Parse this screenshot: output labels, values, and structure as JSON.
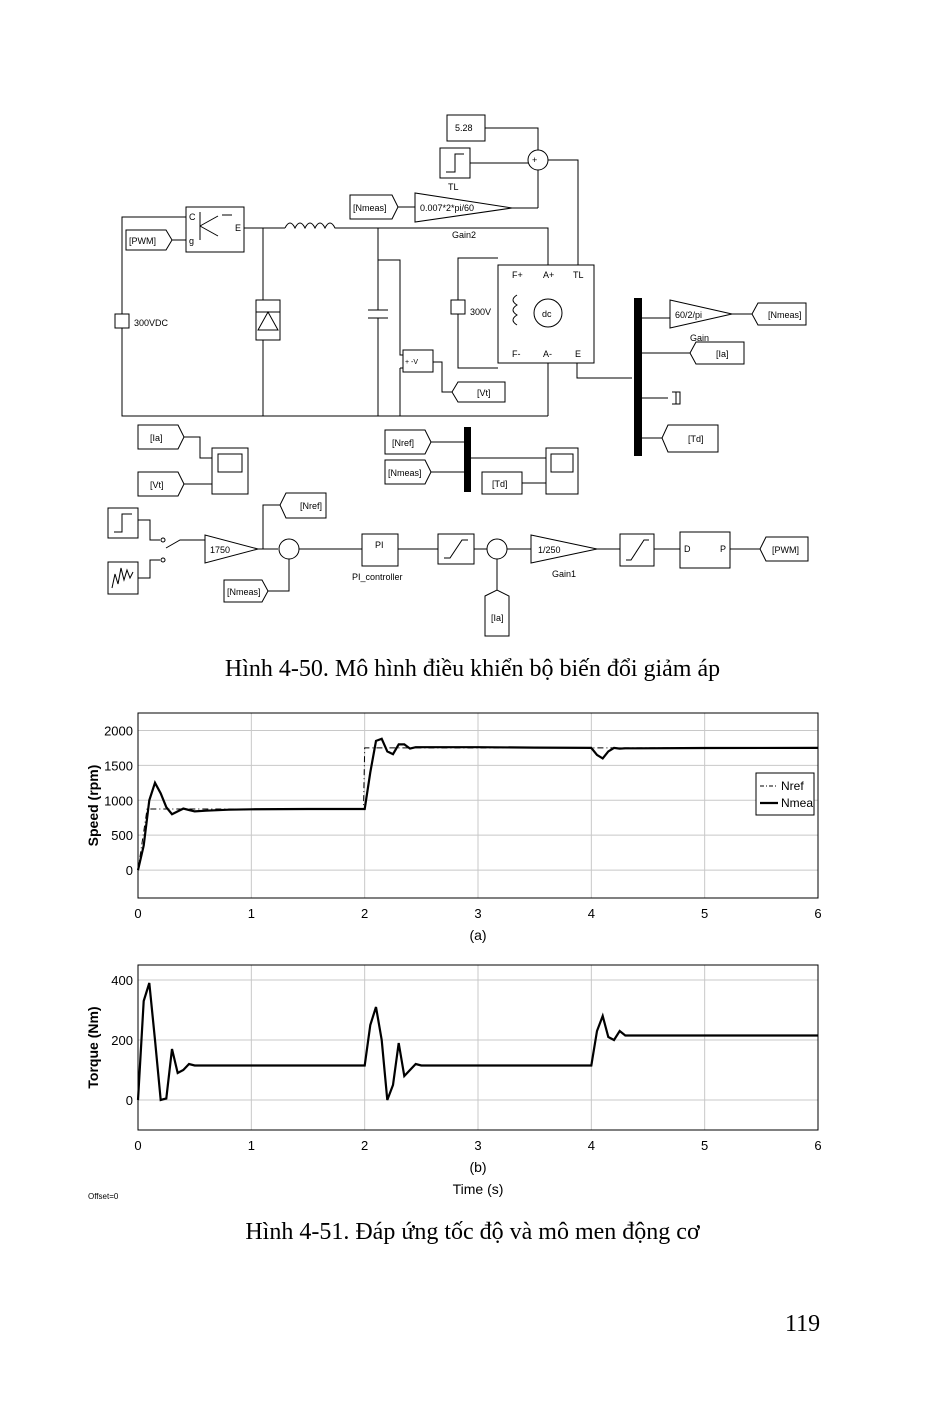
{
  "diagram": {
    "constant_value": "5.28",
    "tl_label": "TL",
    "nmeas_tag": "[Nmeas]",
    "gain_expr": "0.007*2*pi/60",
    "gain2_label": "Gain2",
    "pwm_tag": "[PWM]",
    "source_label": "300VDC",
    "field_label": "300V",
    "gain_speed_expr": "60/2/pi",
    "gain_label": "Gain",
    "nmeas_out_tag": "[Nmeas]",
    "ia_out_tag": "[Ia]",
    "td_out_tag": "[Td]",
    "vt_out_tag": "[Vt]",
    "ia_in_tag": "[Ia]",
    "vt_in_tag": "[Vt]",
    "nref_in_tag": "[Nref]",
    "nmeas_in_tag": "[Nmeas]",
    "td_in_tag": "[Td]",
    "nref_out_tag": "[Nref]",
    "ref_gain": "1750",
    "nmeas_fb_tag": "[Nmeas]",
    "pi_block": "PI",
    "pi_label": "PI_controller",
    "gain1_expr": "1/250",
    "gain1_label": "Gain1",
    "ia_fb_tag": "[Ia]",
    "pwm_d": "D",
    "pwm_p": "P",
    "pwm_out_tag": "[PWM]",
    "motor_label": "dc",
    "port_fp": "F+",
    "port_fm": "F-",
    "port_ap": "A+",
    "port_am": "A-",
    "port_tl": "TL",
    "port_e": "E",
    "port_c": "C",
    "port_g": "g",
    "port_e2": "E",
    "vmeas_label": "+ -V"
  },
  "captions": {
    "fig50": "Hình 4-50. Mô hình điều khiển bộ biến đổi giảm áp",
    "fig51": "Hình 4-51. Đáp ứng tốc độ và mô men động cơ"
  },
  "offset_note": "Offset=0",
  "page_number": "119",
  "chart_data": [
    {
      "type": "line",
      "subtitle": "(a)",
      "ylabel": "Speed (rpm)",
      "xlim": [
        0,
        6
      ],
      "ylim": [
        -400,
        2250
      ],
      "x_ticks": [
        "0",
        "1",
        "2",
        "3",
        "4",
        "5",
        "6"
      ],
      "y_ticks": [
        "0",
        "500",
        "1000",
        "1500",
        "2000"
      ],
      "grid": true,
      "legend_position": "right",
      "series": [
        {
          "name": "Nref",
          "style": "dash-dot",
          "x": [
            0,
            0.08,
            1.99,
            2.0,
            6.0
          ],
          "y": [
            0,
            875,
            875,
            1750,
            1750
          ]
        },
        {
          "name": "Nmea",
          "style": "solid",
          "x": [
            0,
            0.05,
            0.1,
            0.15,
            0.2,
            0.25,
            0.3,
            0.35,
            0.4,
            0.45,
            0.5,
            0.6,
            0.8,
            1.0,
            1.5,
            2.0,
            2.05,
            2.1,
            2.15,
            2.2,
            2.25,
            2.3,
            2.35,
            2.4,
            2.45,
            2.5,
            2.6,
            3.0,
            3.5,
            4.0,
            4.05,
            4.1,
            4.15,
            4.2,
            4.25,
            4.3,
            4.4,
            5.0,
            6.0
          ],
          "y": [
            0,
            350,
            1000,
            1250,
            1100,
            900,
            800,
            840,
            880,
            860,
            840,
            850,
            865,
            870,
            875,
            875,
            1400,
            1850,
            1880,
            1700,
            1660,
            1800,
            1800,
            1740,
            1760,
            1760,
            1760,
            1760,
            1755,
            1750,
            1650,
            1600,
            1700,
            1750,
            1740,
            1745,
            1745,
            1748,
            1750
          ]
        }
      ]
    },
    {
      "type": "line",
      "subtitle": "(b)",
      "xlabel": "Time (s)",
      "ylabel": "Torque (Nm)",
      "xlim": [
        0,
        6
      ],
      "ylim": [
        -100,
        450
      ],
      "x_ticks": [
        "0",
        "1",
        "2",
        "3",
        "4",
        "5",
        "6"
      ],
      "y_ticks": [
        "0",
        "200",
        "400"
      ],
      "grid": true,
      "series": [
        {
          "style": "solid",
          "x": [
            0,
            0.05,
            0.1,
            0.15,
            0.2,
            0.25,
            0.3,
            0.35,
            0.4,
            0.45,
            0.5,
            0.6,
            1.0,
            2.0,
            2.05,
            2.1,
            2.15,
            2.2,
            2.25,
            2.3,
            2.35,
            2.4,
            2.45,
            2.5,
            2.6,
            3.0,
            4.0,
            4.05,
            4.1,
            4.15,
            4.2,
            4.25,
            4.3,
            4.4,
            5.0,
            6.0
          ],
          "y": [
            0,
            330,
            390,
            200,
            0,
            5,
            170,
            90,
            100,
            120,
            115,
            115,
            115,
            115,
            250,
            310,
            200,
            0,
            50,
            190,
            80,
            100,
            120,
            115,
            115,
            115,
            115,
            230,
            280,
            210,
            200,
            230,
            215,
            215,
            215,
            215
          ]
        }
      ]
    }
  ]
}
